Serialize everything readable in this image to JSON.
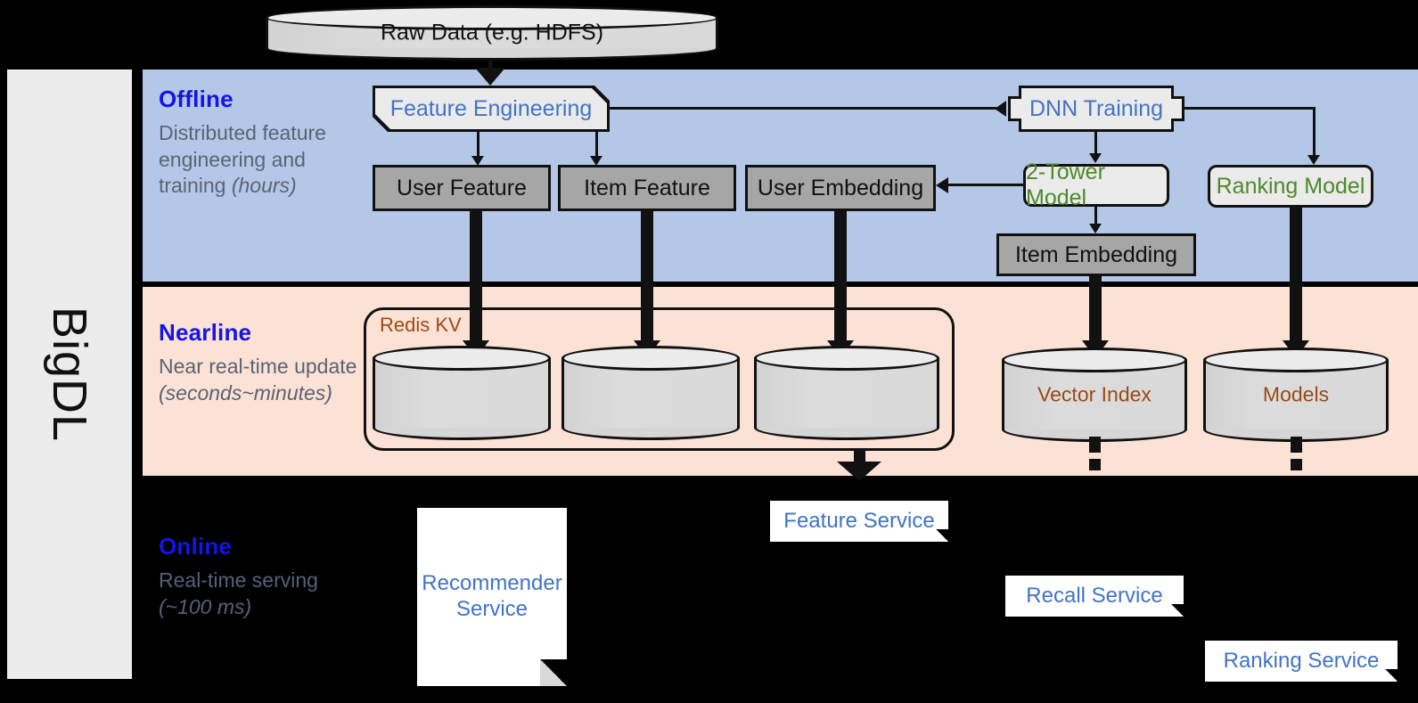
{
  "brand": {
    "label": "BigDL"
  },
  "source": {
    "label": "Raw Data (e.g. HDFS)"
  },
  "bands": [
    {
      "key": "offline",
      "title": "Offline",
      "subtitle_main": "Distributed feature engineering and training ",
      "subtitle_em": "(hours)"
    },
    {
      "key": "nearline",
      "title": "Nearline",
      "subtitle_main": "Near real-time update ",
      "subtitle_em": "(seconds~minutes)"
    },
    {
      "key": "online",
      "title": "Online",
      "subtitle_main": "Real-time serving ",
      "subtitle_em": "(~100 ms)"
    }
  ],
  "offline": {
    "feature_engineering": "Feature Engineering",
    "dnn_training": "DNN Training",
    "user_feature": "User Feature",
    "item_feature": "Item Feature",
    "user_embedding": "User Embedding",
    "two_tower_model": "2-Tower Model",
    "ranking_model": "Ranking Model",
    "item_embedding": "Item Embedding"
  },
  "nearline": {
    "redis_group": "Redis KV",
    "store_1": "",
    "store_2": "",
    "store_3": "",
    "vector_index": "Vector Index",
    "models": "Models"
  },
  "online": {
    "recommender_service": "Recommender Service",
    "feature_service": "Feature Service",
    "recall_service": "Recall Service",
    "ranking_service": "Ranking Service"
  },
  "colors": {
    "offline_band": "#b4c7e7",
    "nearline_band": "#fbe2d4",
    "online_band": "#000000",
    "band_title": "#1414e6",
    "band_subtitle": "#5a6475",
    "blue_text": "#4173c6",
    "green_text": "#4e8a2b",
    "brown_text": "#9c4a16",
    "gray_box": "#a6a6a6",
    "light_box": "#ebebeb",
    "sidebar": "#ececec",
    "stroke": "#111111"
  }
}
